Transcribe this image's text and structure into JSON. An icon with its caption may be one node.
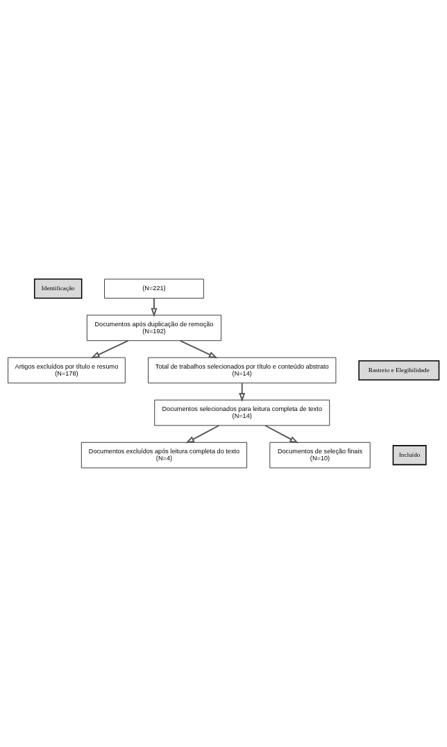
{
  "diagram": {
    "nodes": [
      {
        "text": [
          "Identificação"
        ]
      },
      {
        "text": [
          "(N=221)"
        ]
      },
      {
        "text": [
          "Documentos após duplicação de remoção",
          "(N=192)"
        ]
      },
      {
        "text": [
          "Artigos excluídos por título e resumo",
          "(N=178)"
        ]
      },
      {
        "text": [
          "Rastreio e Elegibilidade"
        ]
      },
      {
        "text": [
          "Total de trabalhos selecionados por título e conteúdo abstrato",
          "(N=14)"
        ]
      },
      {
        "text": [
          "Documentos selecionados para leitura completa de texto",
          "(N=14)"
        ]
      },
      {
        "text": [
          "Documentos excluídos após leitura completa do texto",
          "(N=4)"
        ]
      },
      {
        "text": [
          "Incluído"
        ]
      },
      {
        "text": [
          "Documentos de seleção finais",
          "(N=10)"
        ]
      }
    ],
    "edges": [
      {
        "from": 1,
        "to": 2,
        "arrow": "to"
      },
      {
        "from": 2,
        "to": 5,
        "arrow": "to"
      },
      {
        "from": 2,
        "to": 3,
        "arrow": "to"
      },
      {
        "from": 5,
        "to": 6,
        "arrow": "to"
      },
      {
        "from": 6,
        "to": 9,
        "arrow": "to"
      },
      {
        "from": 6,
        "to": 7,
        "arrow": "to"
      }
    ]
  }
}
